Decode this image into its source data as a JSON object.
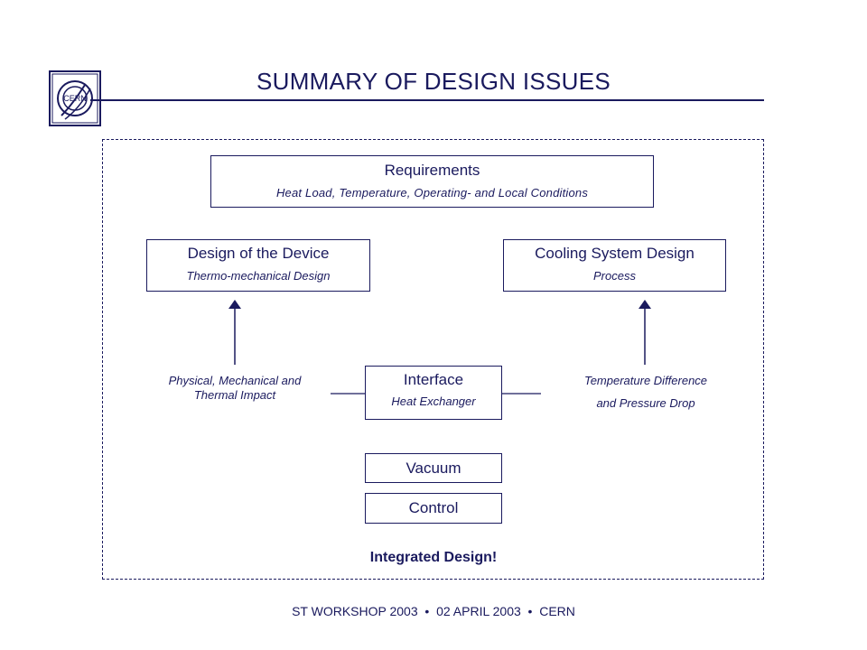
{
  "header": {
    "title": "SUMMARY OF DESIGN ISSUES",
    "logo_text": "CERN"
  },
  "diagram": {
    "requirements": {
      "title": "Requirements",
      "subtitle": "Heat Load,  Temperature,  Operating-  and  Local  Conditions"
    },
    "device": {
      "title": "Design of the Device",
      "subtitle": "Thermo-mechanical  Design"
    },
    "cooling": {
      "title": "Cooling System Design",
      "subtitle": "Process"
    },
    "interface": {
      "title": "Interface",
      "subtitle": "Heat Exchanger"
    },
    "vacuum": "Vacuum",
    "control": "Control",
    "left_note_line1": "Physical,  Mechanical  and",
    "left_note_line2": "Thermal  Impact",
    "right_note_line1": "Temperature  Difference",
    "right_note_line2": "and  Pressure Drop",
    "integrated": "Integrated Design!"
  },
  "footer": {
    "event": "ST WORKSHOP 2003",
    "date": "02 APRIL 2003",
    "org": "CERN",
    "separator": "•"
  },
  "colors": {
    "ink": "#1a1a5e"
  }
}
